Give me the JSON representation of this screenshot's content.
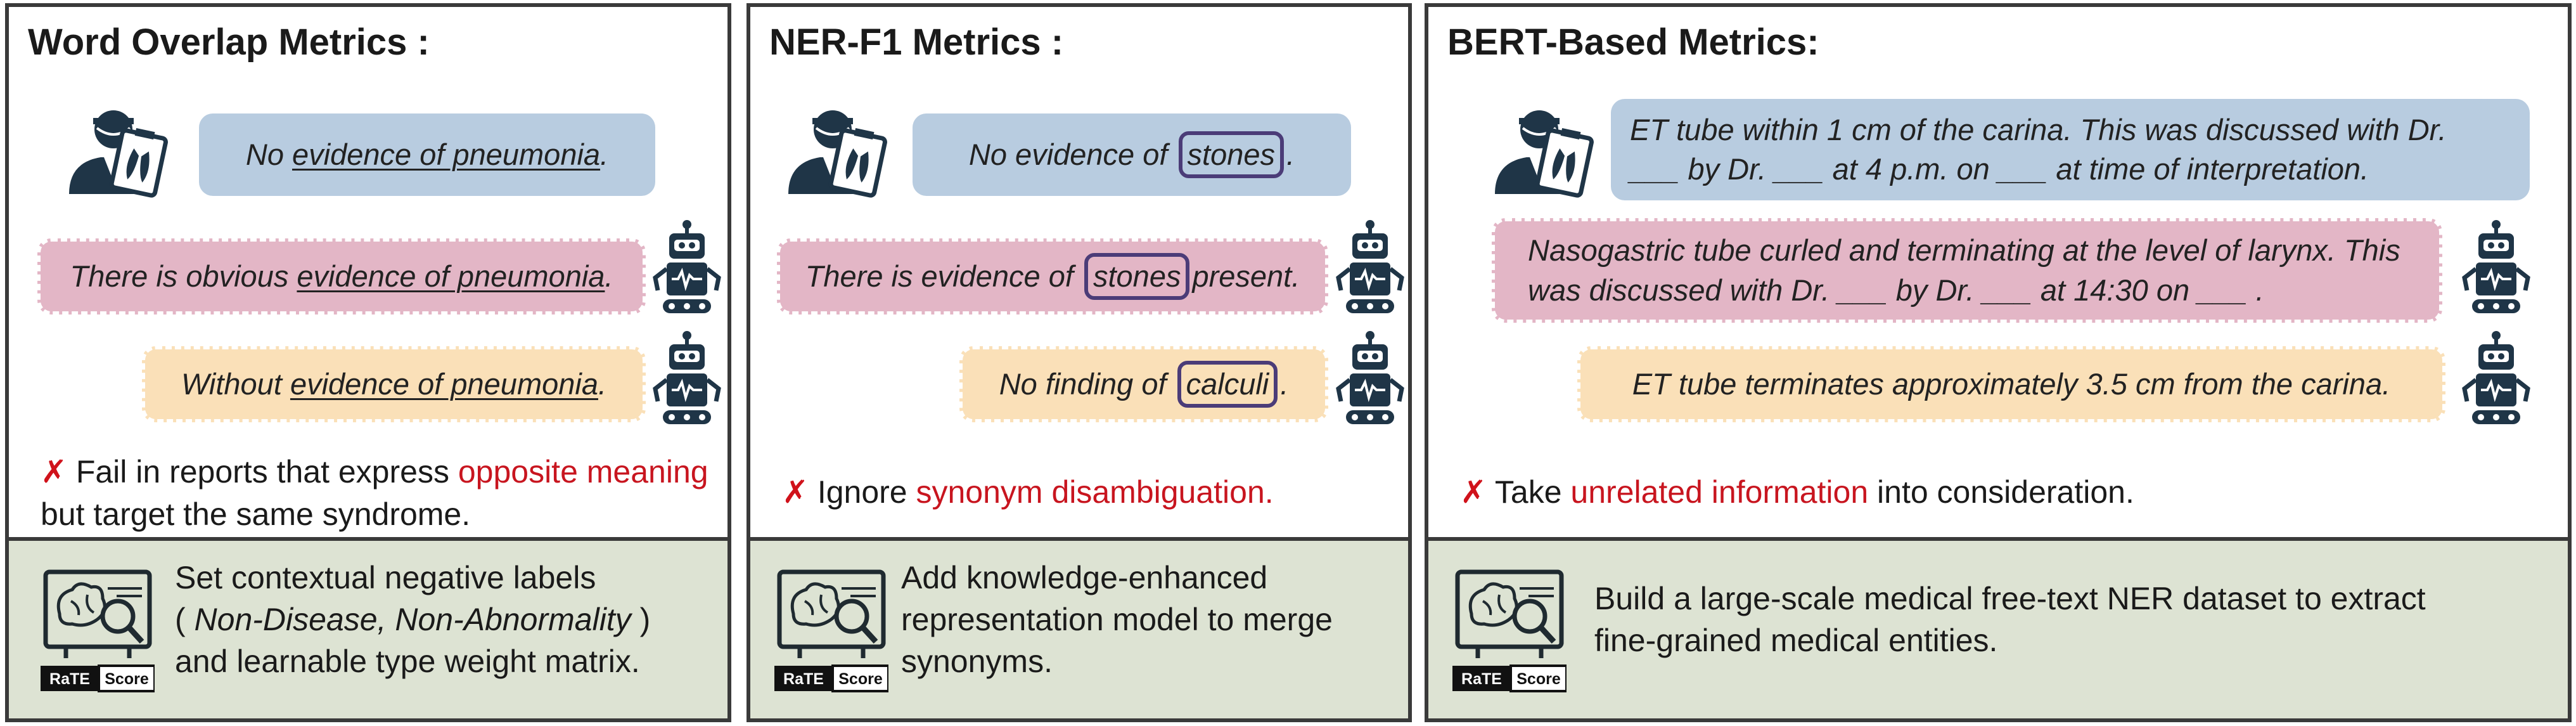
{
  "colors": {
    "panel_border": "#3a3a3a",
    "solution_bg": "#dde3d3",
    "reference_bubble": "#b8cce0",
    "candidate_bubble_1": "#e3b6c6",
    "candidate_bubble_2": "#fae0b8",
    "highlight": "#c8151f",
    "entity_box": "#4b3c78",
    "icon": "#1f3547"
  },
  "icons": [
    "doctor-icon",
    "robot-icon",
    "ratescore-icon"
  ],
  "logo_text": {
    "left": "RaTE",
    "right": "Score"
  },
  "panels": [
    {
      "title": "Word Overlap Metrics :",
      "reference": {
        "pre": "No ",
        "underlined": "evidence of pneumonia",
        "post": "."
      },
      "candidate1": {
        "pre": "There is obvious ",
        "underlined": "evidence of pneumonia",
        "post": "."
      },
      "candidate2": {
        "pre": "Without ",
        "underlined": "evidence of pneumonia",
        "post": "."
      },
      "critique": {
        "mark": "✗",
        "pre": "Fail in reports that express ",
        "highlight": "opposite meaning",
        "post": " but target the same syndrome."
      },
      "solution": {
        "line1": "Set contextual negative labels",
        "line2_pre": "( ",
        "line2_italic": "Non-Disease, Non-Abnormality",
        "line2_post": " )",
        "line3": "and learnable type weight matrix."
      }
    },
    {
      "title": "NER-F1 Metrics :",
      "reference": {
        "pre": "No evidence of ",
        "boxed": "stones",
        "post": "."
      },
      "candidate1": {
        "pre": "There is evidence of ",
        "boxed": "stones",
        "post": "present."
      },
      "candidate2": {
        "pre": "No finding of ",
        "boxed": "calculi",
        "post": "."
      },
      "critique": {
        "mark": "✗",
        "pre": "Ignore ",
        "highlight": "synonym disambiguation."
      },
      "solution": {
        "line1": "Add knowledge-enhanced",
        "line2": "representation model to merge",
        "line3": "synonyms."
      }
    },
    {
      "title": "BERT-Based Metrics:",
      "reference": {
        "line1": "ET tube within 1 cm of the carina. This was discussed with Dr.",
        "line2": "___ by Dr. ___ at 4 p.m. on ___ at time of interpretation."
      },
      "candidate1": {
        "line1": "Nasogastric tube curled and terminating at the level of larynx. This",
        "line2": "was discussed with Dr. ___  by Dr. ___ at 14:30 on ___ ."
      },
      "candidate2": {
        "text": "ET tube terminates approximately 3.5 cm from the carina."
      },
      "critique": {
        "mark": "✗",
        "pre": "Take ",
        "highlight": "unrelated information",
        "post": " into consideration."
      },
      "solution": {
        "line1": "Build a large-scale medical free-text NER dataset to extract",
        "line2": "fine-grained medical entities."
      }
    }
  ]
}
